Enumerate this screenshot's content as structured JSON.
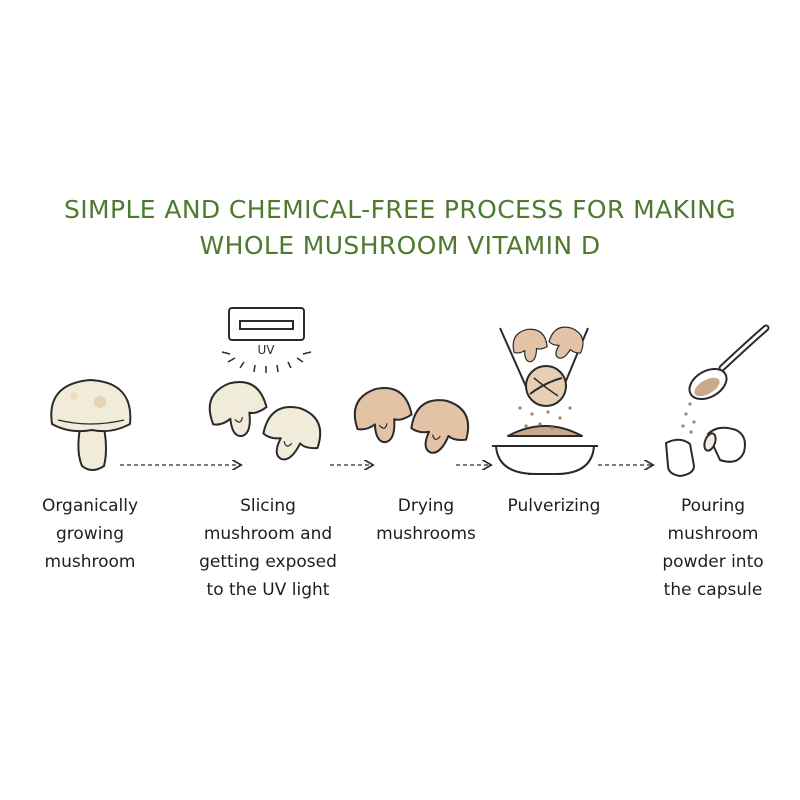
{
  "title": {
    "line1": "SIMPLE AND CHEMICAL-FREE PROCESS FOR MAKING",
    "line2": "WHOLE MUSHROOM VITAMIN D"
  },
  "uv_lamp_text": "UV",
  "steps": [
    {
      "icon": "whole-mushroom-icon",
      "lines": [
        "Organically",
        "growing",
        "mushroom"
      ]
    },
    {
      "icon": "sliced-mushroom-uv-icon",
      "lines": [
        "Slicing",
        "mushroom and",
        "getting exposed",
        "to the UV light"
      ]
    },
    {
      "icon": "dried-mushroom-icon",
      "lines": [
        "Drying",
        "mushrooms"
      ]
    },
    {
      "icon": "grinder-bowl-icon",
      "lines": [
        "Pulverizing"
      ]
    },
    {
      "icon": "spoon-capsule-icon",
      "lines": [
        "Pouring",
        "mushroom",
        "powder into",
        "the capsule"
      ]
    }
  ],
  "colors": {
    "title": "#4e7a30",
    "fresh_mushroom": "#f1ecd9",
    "dried_mushroom": "#e2c3a6",
    "powder": "#c9a98a",
    "outline": "#2a2a2a"
  }
}
